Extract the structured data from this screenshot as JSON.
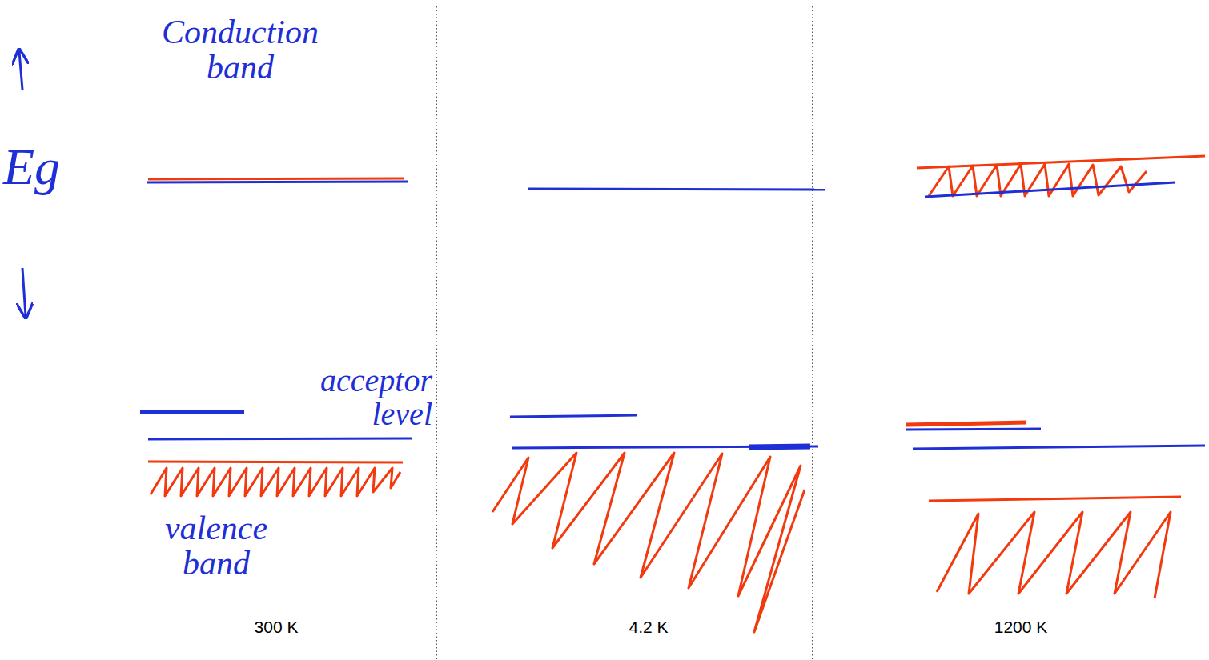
{
  "diagram": {
    "labels": [
      "Conduction band",
      "Eg",
      "acceptor level",
      "valence band",
      "300 K",
      "4.2 K",
      "1200 K"
    ]
  }
}
